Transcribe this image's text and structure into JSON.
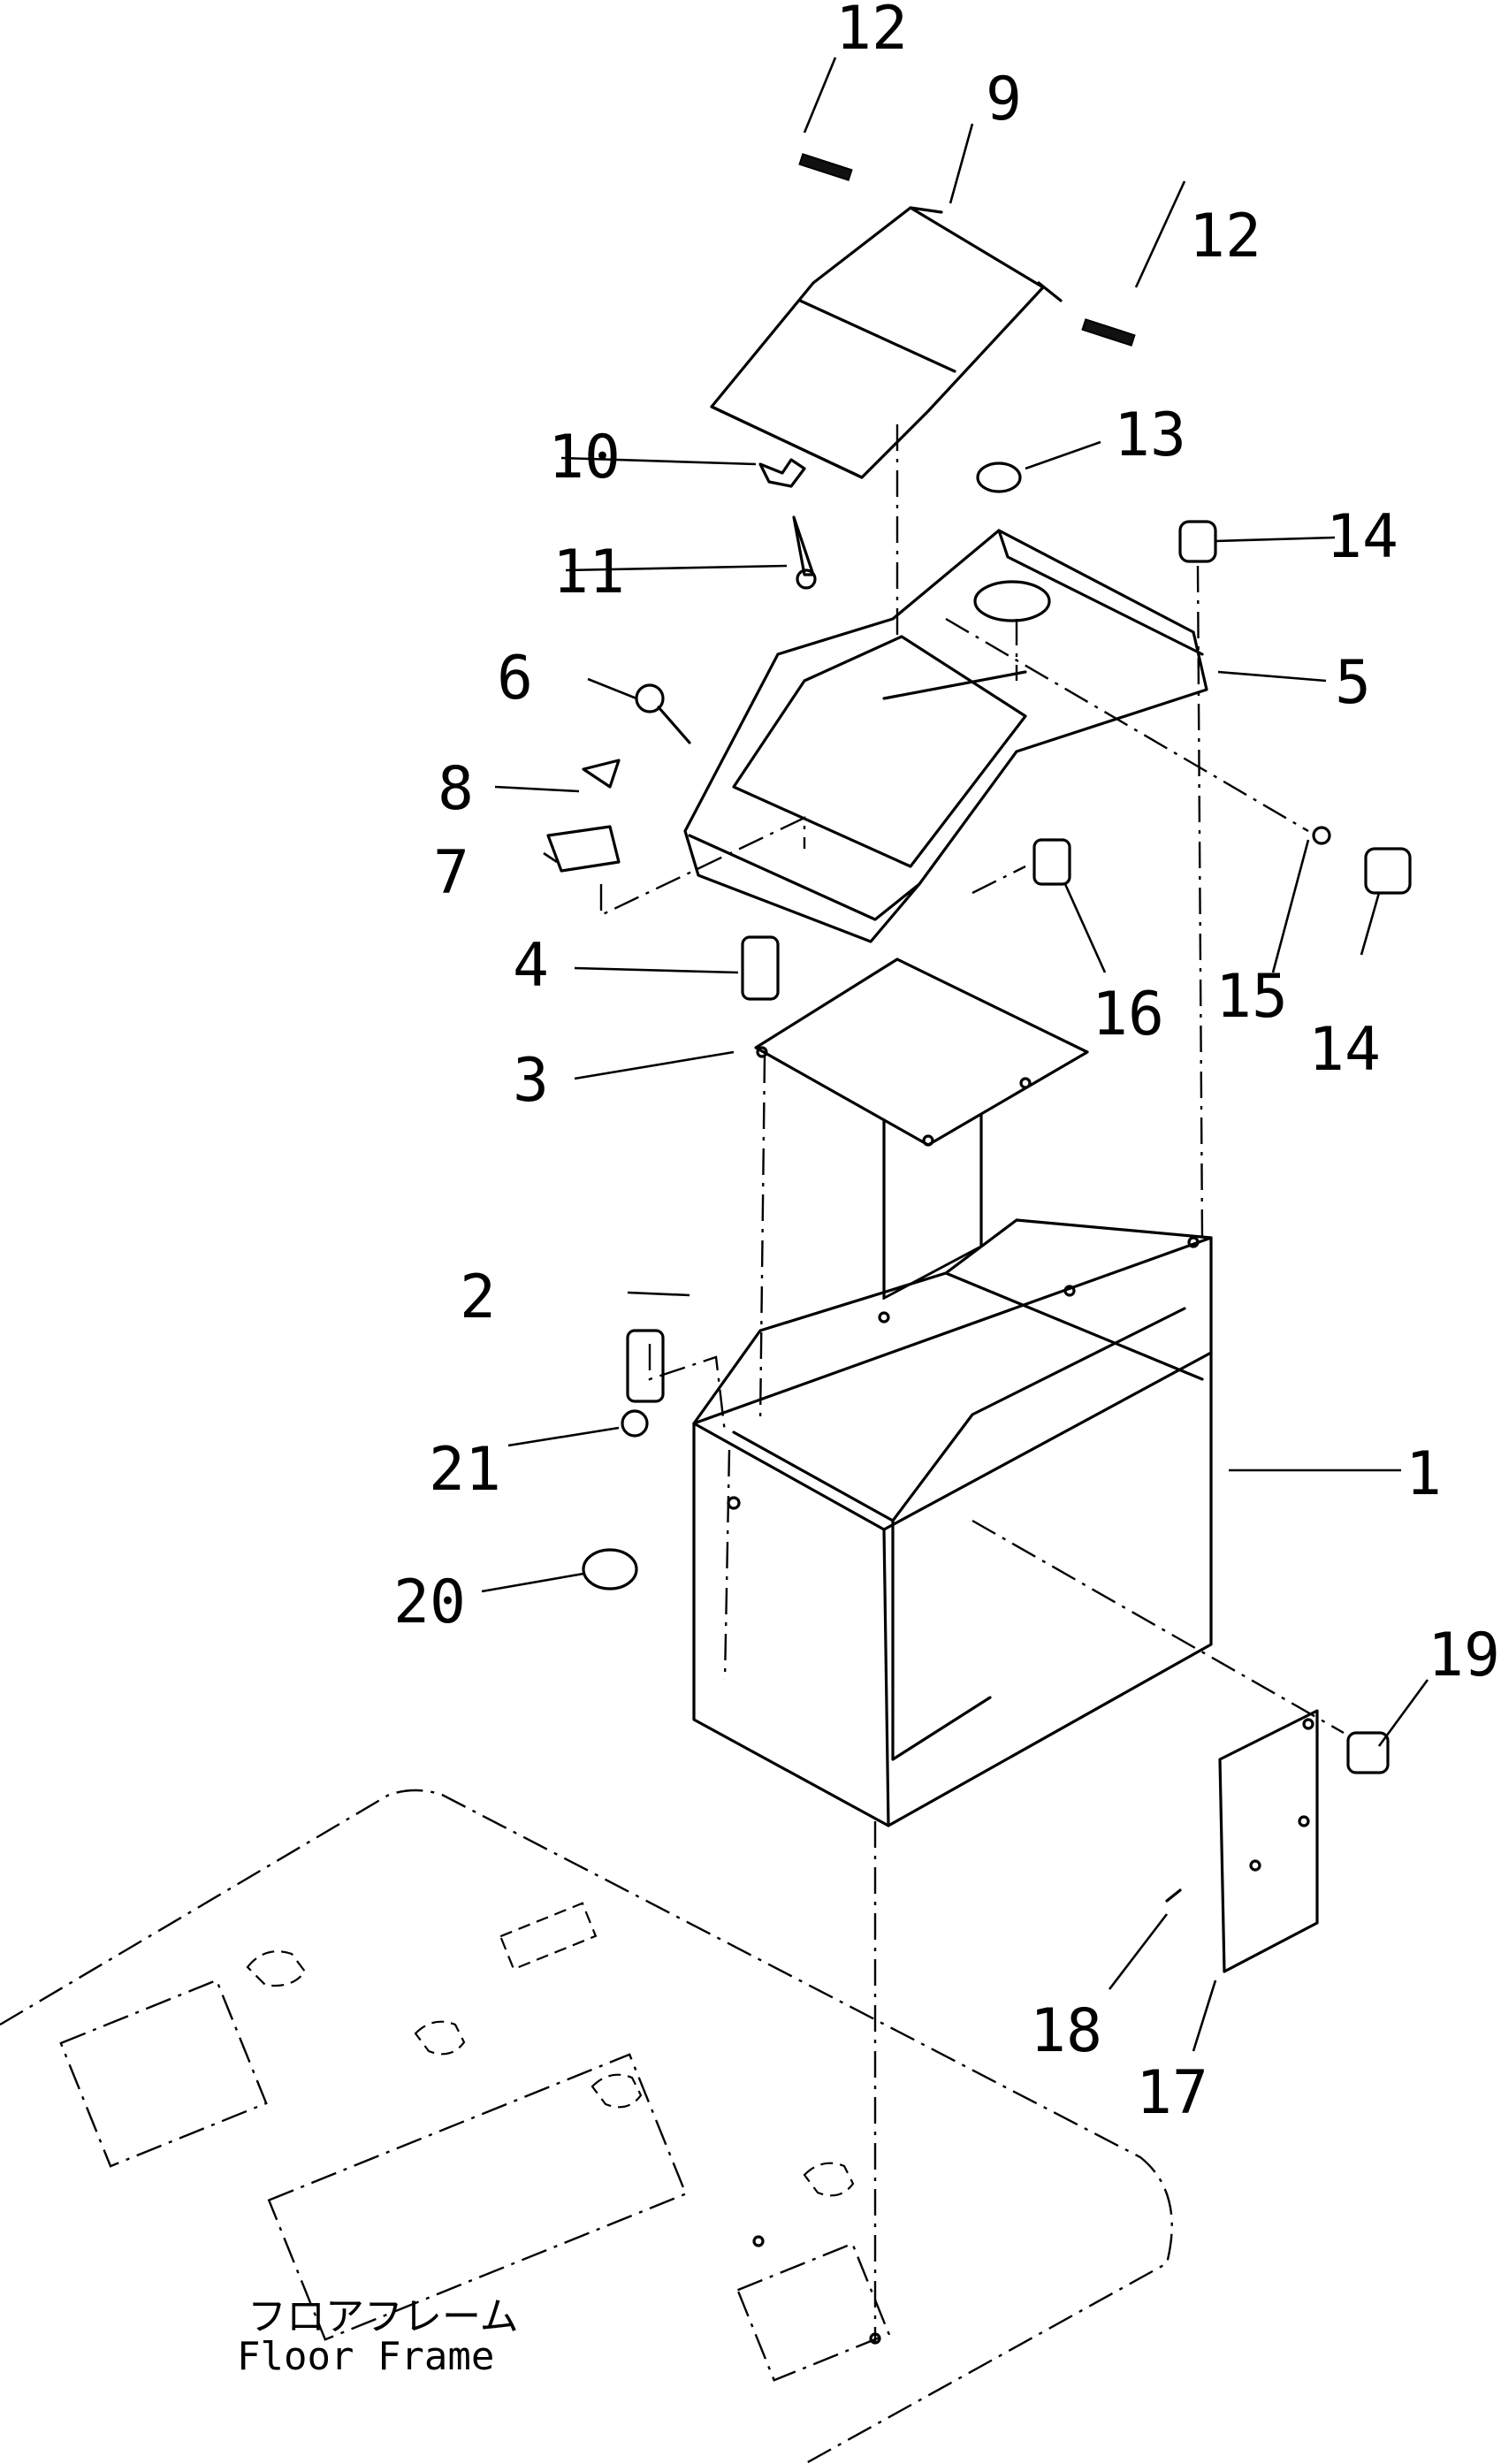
{
  "labels": {
    "p1": "1",
    "p2": "2",
    "p3": "3",
    "p4": "4",
    "p5": "5",
    "p6": "6",
    "p7": "7",
    "p8": "8",
    "p9": "9",
    "p10": "10",
    "p11": "11",
    "p12a": "12",
    "p12b": "12",
    "p13": "13",
    "p14a": "14",
    "p14b": "14",
    "p15": "15",
    "p16": "16",
    "p17": "17",
    "p18": "18",
    "p19": "19",
    "p20": "20",
    "p21": "21"
  },
  "caption": {
    "japanese": "フロアフレーム",
    "english": "Floor Frame"
  }
}
